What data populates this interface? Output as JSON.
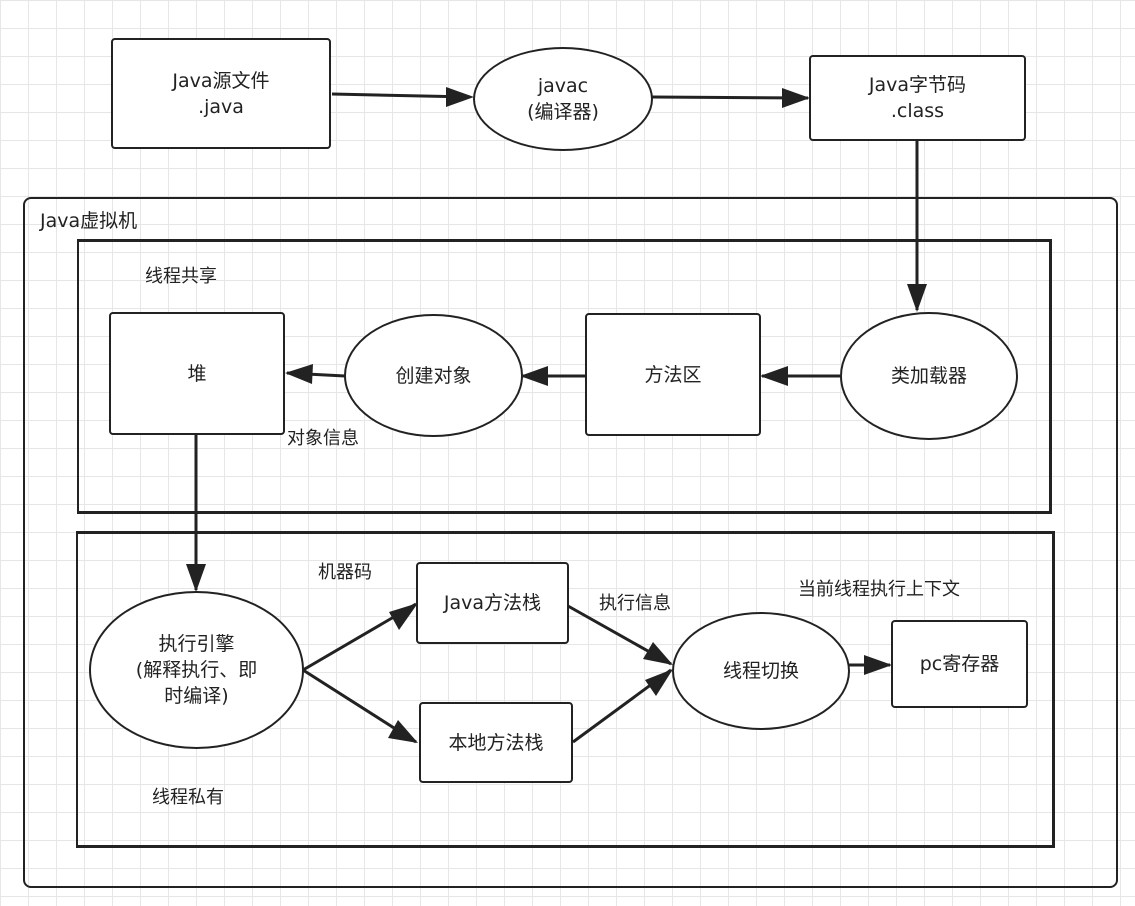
{
  "nodes": {
    "java_source": {
      "line1": "Java源文件",
      "line2": ".java"
    },
    "javac": {
      "line1": "javac",
      "line2": "(编译器)"
    },
    "bytecode": {
      "line1": "Java字节码",
      "line2": ".class"
    },
    "class_loader": "类加载器",
    "method_area": "方法区",
    "create_object": "创建对象",
    "heap": "堆",
    "exec_engine": {
      "line1": "执行引擎",
      "line2": "(解释执行、即",
      "line3": "时编译)"
    },
    "java_stack": "Java方法栈",
    "native_stack": "本地方法栈",
    "thread_switch": "线程切换",
    "pc_register": "pc寄存器"
  },
  "groups": {
    "jvm": "Java虚拟机",
    "shared": "线程共享",
    "private": "线程私有"
  },
  "edge_labels": {
    "object_info": "对象信息",
    "machine_code": "机器码",
    "exec_info": "执行信息",
    "context": "当前线程执行上下文"
  }
}
